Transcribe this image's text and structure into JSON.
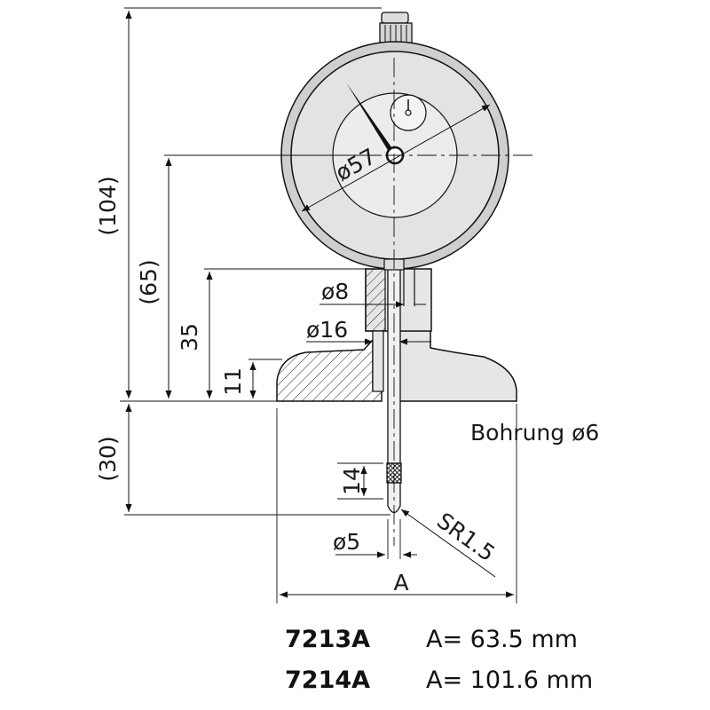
{
  "dimensions": {
    "overall_height": "(104)",
    "stem_height": "(65)",
    "base_to_shoulder": "35",
    "base_thickness": "11",
    "below_base": "(30)",
    "tip_length": "14",
    "dial_diameter": "ø57",
    "stem_diameter": "ø8",
    "collar_diameter": "ø16",
    "tip_diameter": "ø5",
    "tip_radius": "SR1.5",
    "base_width": "A",
    "bore_note": "Bohrung ø6"
  },
  "table": [
    {
      "model": "7213A",
      "value": "A= 63.5 mm"
    },
    {
      "model": "7214A",
      "value": "A= 101.6 mm"
    }
  ]
}
